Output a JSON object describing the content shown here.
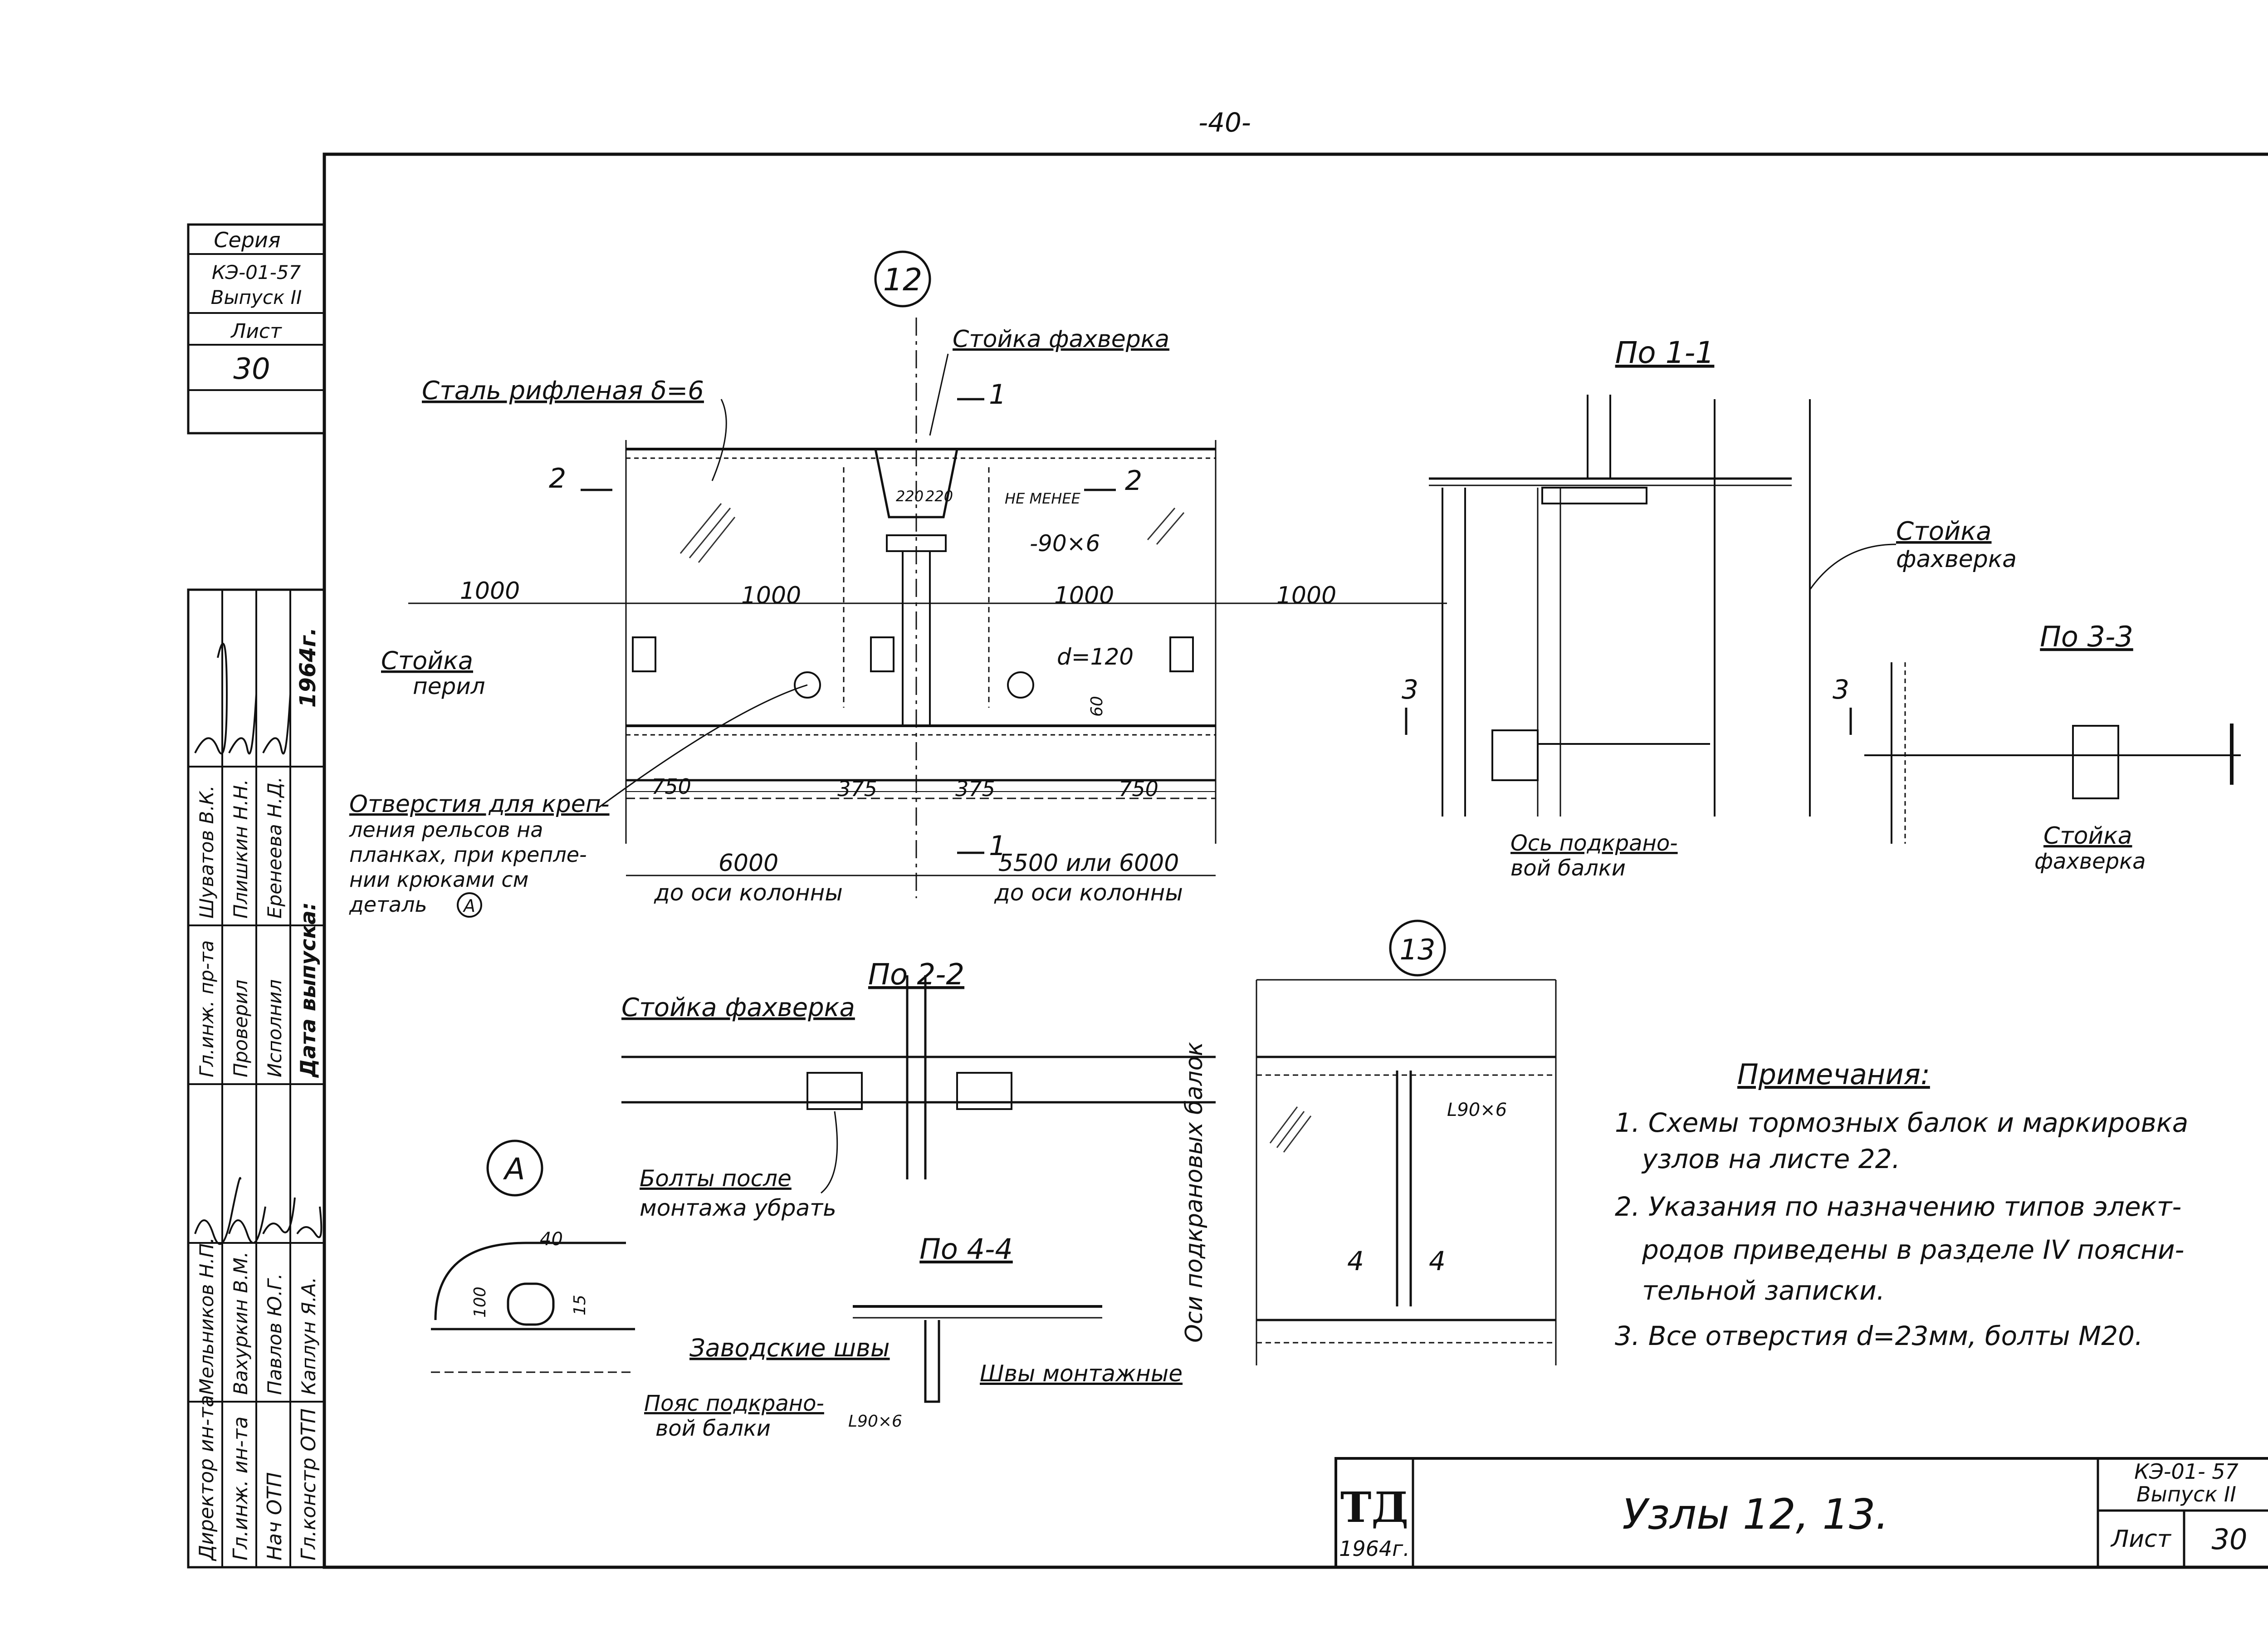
{
  "page_number": "-40-",
  "side_stamp": {
    "series_label": "Серия",
    "series_code": "КЭ-01-57",
    "issue": "Выпуск II",
    "sheet_label": "Лист",
    "sheet_number": "30"
  },
  "approval_block": {
    "roles": [
      "Директор ин-та",
      "Гл.инж. ин-та",
      "Нач ОТП",
      "Гл.констр ОТП",
      "Гл.инж. пр-та",
      "Проверил",
      "Исполнил"
    ],
    "names": [
      "Мельников Н.П.",
      "Вахуркин В.М.",
      "Павлов Ю.Г.",
      "Каплун Я.А.",
      "Шуватов В.К.",
      "Плишкин Н.Н.",
      "Еренеева Н.Д."
    ],
    "date_label": "Дата выпуска:",
    "year": "1964г."
  },
  "node12": {
    "number": "12",
    "labels": {
      "post": "Стойка фахверка",
      "plate": "Сталь рифленая δ=6",
      "railing_post": "Стойка",
      "railing_post_2": "перил",
      "holes_1": "Отверстия для креп-",
      "holes_2": "ления рельсов на",
      "holes_3": "планках, при крепле-",
      "holes_4": "нии крюками см",
      "holes_5": "деталь",
      "detail_ref": "А",
      "min": "НЕ МЕНЕЕ",
      "plank": "-90×6",
      "hole_d": "d=120",
      "dim_60": "60",
      "dim_220a": "220",
      "dim_220b": "220"
    },
    "dims_top": [
      "1000",
      "1000",
      "1000",
      "1000"
    ],
    "dims_bottom": [
      "750",
      "375",
      "375",
      "750"
    ],
    "span_left": "6000",
    "span_left_note": "до оси колонны",
    "span_right": "5500 или 6000",
    "span_right_note": "до оси колонны",
    "section_marks": [
      "2",
      "2",
      "1",
      "1"
    ]
  },
  "section11": {
    "title": "По 1-1",
    "post": "Стойка",
    "post_2": "фахверка",
    "axis": "Ось подкрано-",
    "axis_2": "вой балки",
    "mark": "3",
    "mark_2": "3"
  },
  "section33": {
    "title": "По 3-3",
    "post": "Стойка",
    "post_2": "фахверка"
  },
  "section22": {
    "title": "По 2-2",
    "post": "Стойка фахверка",
    "bolts": "Болты после",
    "bolts_2": "монтажа убрать"
  },
  "detailA": {
    "label": "А",
    "dim_40": "40",
    "dim_100": "100",
    "dim_15": "15",
    "flange": "Пояс подкрано-",
    "flange_2": "вой балки",
    "angle": "L90×6"
  },
  "section44": {
    "title": "По 4-4",
    "factory": "Заводские швы",
    "site": "Швы монтажные"
  },
  "node13": {
    "number": "13",
    "axes": "Оси подкрановых балок",
    "angle": "L90×6",
    "mark": "4",
    "mark_2": "4"
  },
  "notes": {
    "title": "Примечания:",
    "items": [
      "1. Схемы тормозных балок и маркировка",
      "узлов на листе 22.",
      "2. Указания по назначению типов элект-",
      "родов приведены в разделе IV поясни-",
      "тельной записки.",
      "3. Все отверстия d=23мм, болты М20."
    ]
  },
  "title_block": {
    "org": "ТД",
    "year": "1964г.",
    "title": "Узлы 12, 13.",
    "series": "КЭ-01- 57",
    "issue": "Выпуск II",
    "sheet_label": "Лист",
    "sheet_number": "30"
  }
}
